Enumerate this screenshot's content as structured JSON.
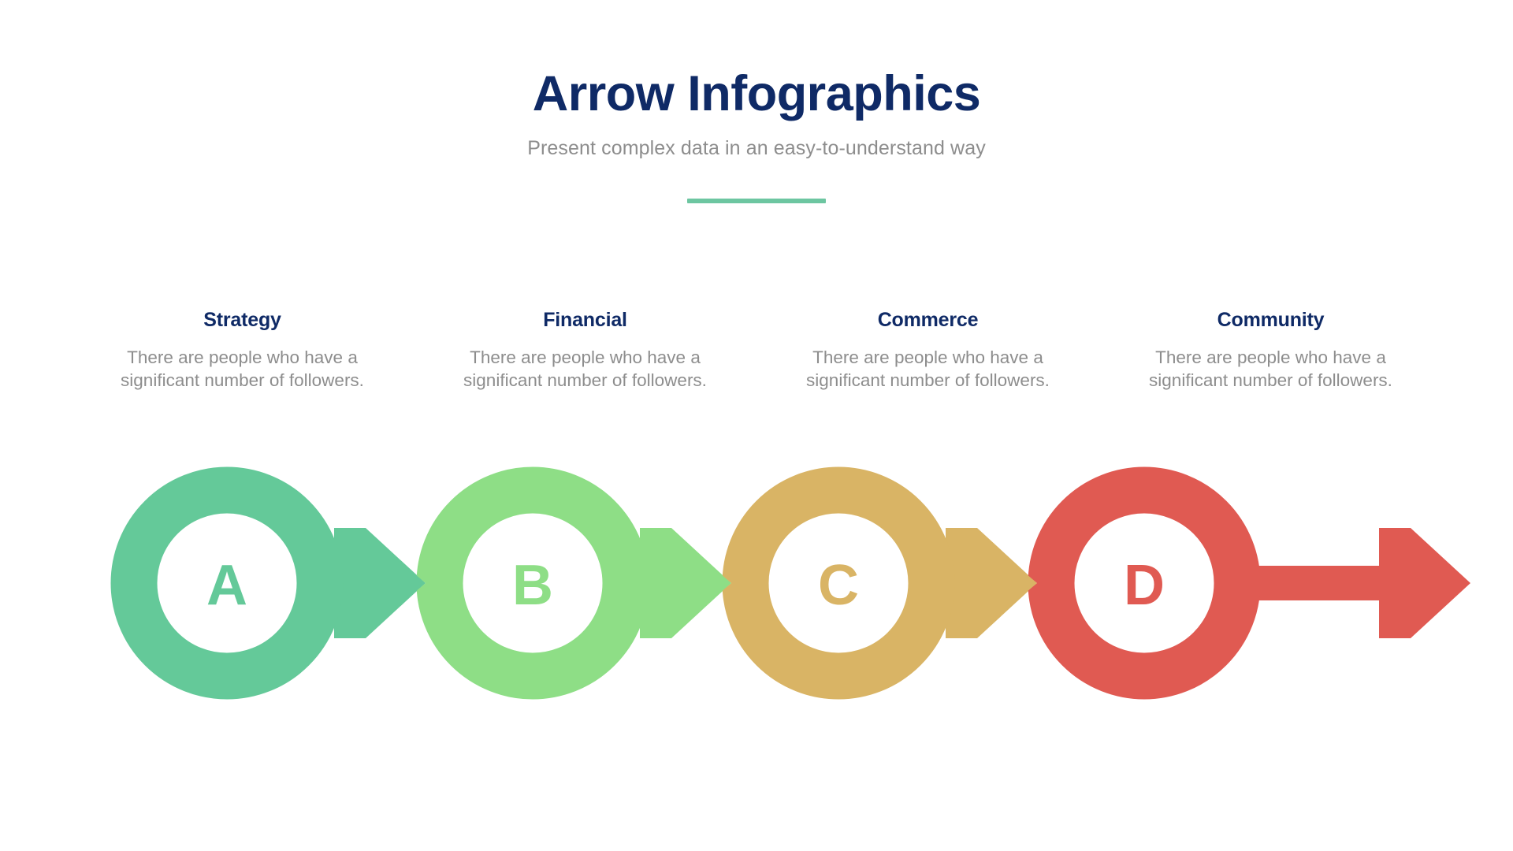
{
  "header": {
    "title": "Arrow Infographics",
    "subtitle": "Present complex data in an easy-to-understand way",
    "title_color": "#0f2a66",
    "subtitle_color": "#8d8d8d",
    "divider_color": "#6dc6a1"
  },
  "palette": {
    "background": "#ffffff",
    "navy": "#0f2a66",
    "body_gray": "#8d8d8d",
    "step_a": "#64c999",
    "step_b": "#8ede86",
    "step_c": "#d9b465",
    "step_d": "#e05a52"
  },
  "steps": [
    {
      "letter": "A",
      "heading": "Strategy",
      "body": "There are people who have a significant number of followers.",
      "color": "#64c999"
    },
    {
      "letter": "B",
      "heading": "Financial",
      "body": "There are people who have a significant number of followers.",
      "color": "#8ede86"
    },
    {
      "letter": "C",
      "heading": "Commerce",
      "body": "There are people who have a significant number of followers.",
      "color": "#d9b465"
    },
    {
      "letter": "D",
      "heading": "Community",
      "body": "There are people who have a significant number of followers.",
      "color": "#e05a52"
    }
  ]
}
